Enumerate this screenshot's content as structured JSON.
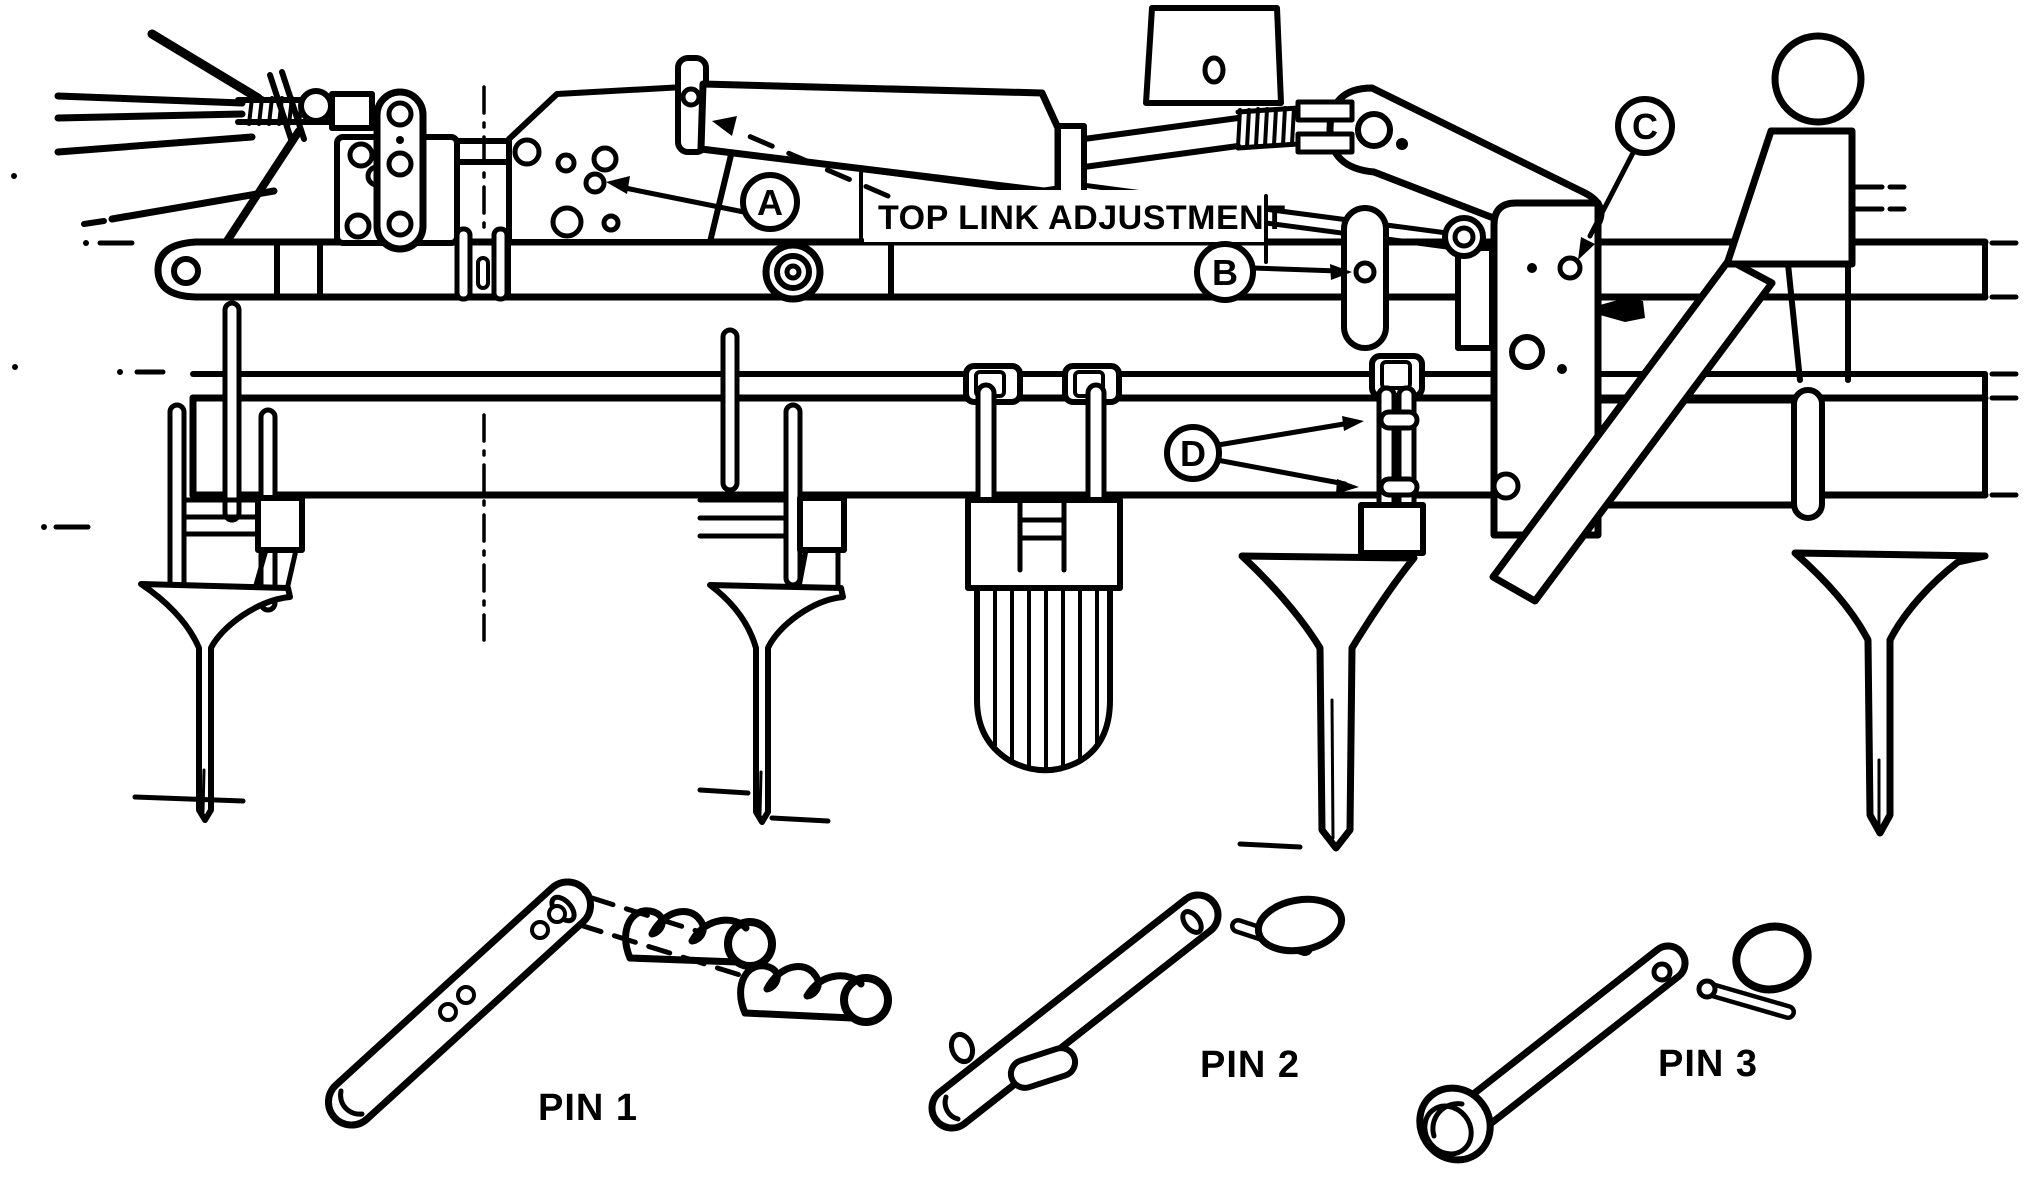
{
  "diagram": {
    "type": "technical-line-illustration",
    "subject": "Implement hitch, frame and shank assembly with pin detail views",
    "colors": {
      "line": "#000000",
      "background": "#ffffff"
    },
    "annotation": {
      "top_link_label": "TOP LINK ADJUSTMENT"
    },
    "callouts": [
      {
        "id": "A"
      },
      {
        "id": "B"
      },
      {
        "id": "C"
      },
      {
        "id": "D"
      }
    ],
    "pin_details": [
      {
        "label": "PIN 1"
      },
      {
        "label": "PIN 2"
      },
      {
        "label": "PIN 3"
      }
    ]
  }
}
